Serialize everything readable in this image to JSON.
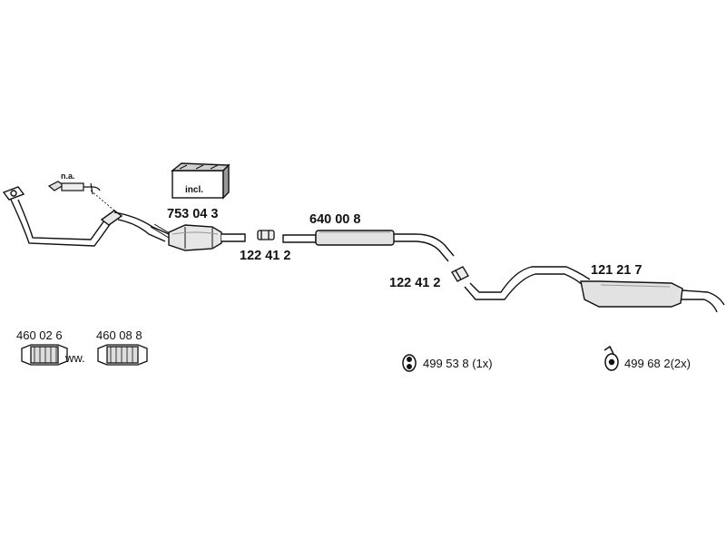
{
  "diagram": {
    "parts": [
      {
        "id": "catalytic-converter",
        "number": "753 04 3"
      },
      {
        "id": "clamp-front",
        "number": "122 41 2"
      },
      {
        "id": "middle-silencer",
        "number": "640 00 8"
      },
      {
        "id": "clamp-rear",
        "number": "122 41 2"
      },
      {
        "id": "rear-silencer",
        "number": "121 21 7"
      },
      {
        "id": "flex-pipe-a",
        "number": "460 02 6"
      },
      {
        "id": "flex-pipe-b",
        "number": "460 08 8"
      },
      {
        "id": "rubber-mount-a",
        "number": "499 53 8 (1x)"
      },
      {
        "id": "rubber-mount-b",
        "number": "499 68 2(2x)"
      }
    ],
    "labels": {
      "lambda_note": "n.a.",
      "kit_note": "incl.",
      "alternative": "ww."
    }
  }
}
